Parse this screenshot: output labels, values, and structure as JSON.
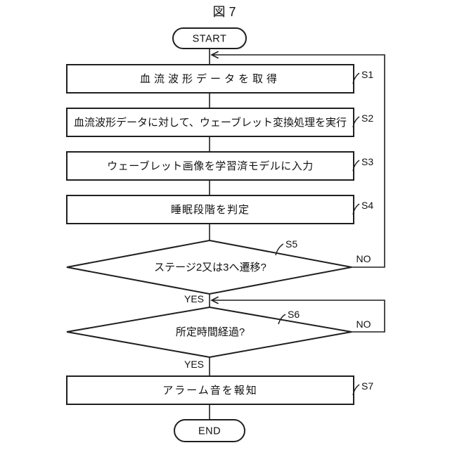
{
  "figure_title": "図 7",
  "terminals": {
    "start": "START",
    "end": "END"
  },
  "steps": {
    "s1": {
      "ref": "S1",
      "label": "血流波形データを取得"
    },
    "s2": {
      "ref": "S2",
      "label": "血流波形データに対して、ウェーブレット変換処理を実行"
    },
    "s3": {
      "ref": "S3",
      "label": "ウェーブレット画像を学習済モデルに入力"
    },
    "s4": {
      "ref": "S4",
      "label": "睡眠段階を判定"
    },
    "s5": {
      "ref": "S5",
      "label": "ステージ2又は3へ遷移?",
      "yes_label": "YES",
      "no_label": "NO"
    },
    "s6": {
      "ref": "S6",
      "label": "所定時間経過?",
      "yes_label": "YES",
      "no_label": "NO"
    },
    "s7": {
      "ref": "S7",
      "label": "アラーム音を報知"
    }
  },
  "colors": {
    "line": "#1f1f1f",
    "text": "#111111",
    "background": "#ffffff"
  }
}
